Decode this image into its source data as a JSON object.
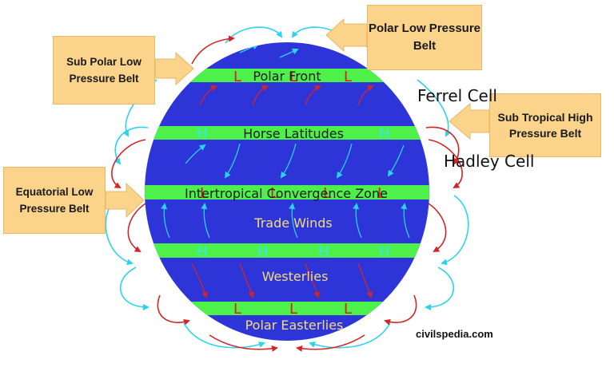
{
  "callouts": {
    "polar_low": "Polar Low Pressure Belt",
    "sub_polar_low": "Sub Polar Low Pressure Belt",
    "sub_tropical_high": "Sub Tropical High Pressure Belt",
    "equatorial_low": "Equatorial Low Pressure Belt"
  },
  "cells": {
    "ferrel": "Ferrel Cell",
    "hadley": "Hadley Cell"
  },
  "bands": {
    "polar_front": "Polar Front",
    "horse_latitudes": "Horse Latitudes",
    "itcz": "Intertropical Convergence Zone"
  },
  "winds": {
    "trade": "Trade Winds",
    "westerlies": "Westerlies",
    "polar_easterlies": "Polar Easterlies"
  },
  "pressure": {
    "low": "L",
    "high": "H"
  },
  "site": "civilspedia.com",
  "colors": {
    "ocean": "#2d35d8",
    "band": "#4ef04a",
    "low_mark": "#d62020",
    "high_mark": "#35e8f0",
    "warm_arrow": "#d42424",
    "cold_arrow": "#2ad4ee",
    "wind_text": "#f4dc7a",
    "callout": "#fbd38a"
  }
}
